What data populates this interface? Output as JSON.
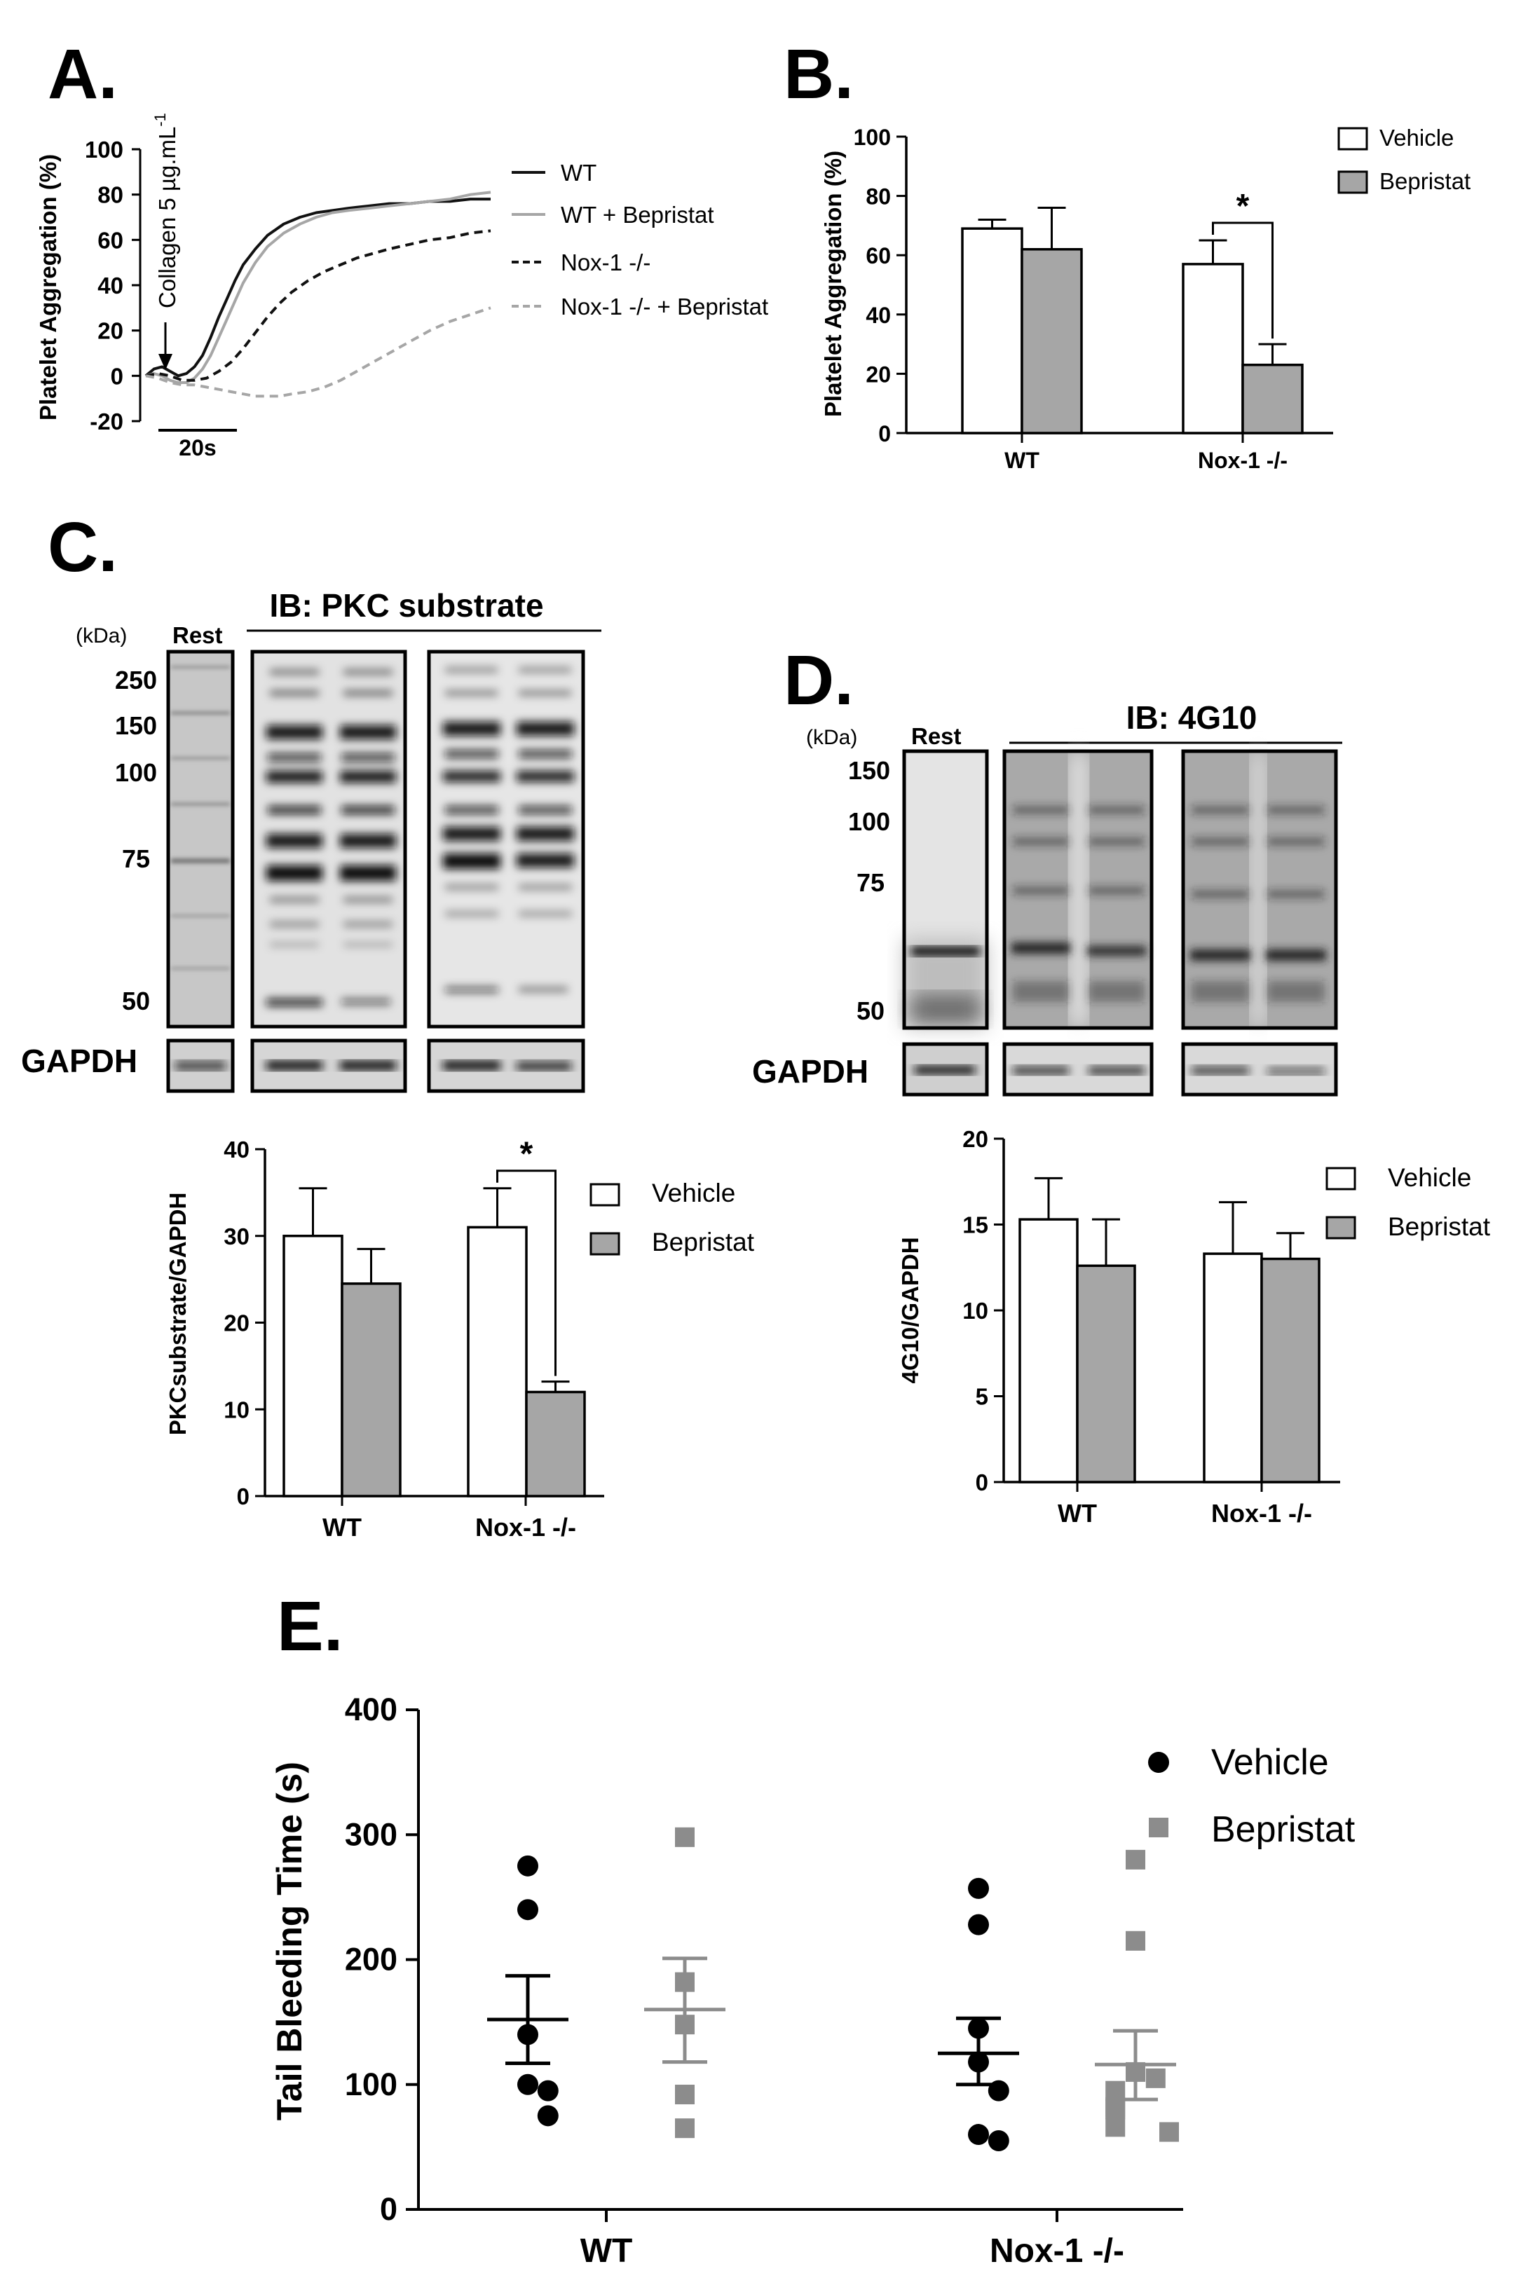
{
  "chart_data": [
    {
      "panel": "A.",
      "type": "line",
      "ylabel": "Platelet Aggregation (%)",
      "ylim": [
        -20,
        100
      ],
      "yticks": [
        -20,
        0,
        20,
        40,
        60,
        80,
        100
      ],
      "xlim": [
        0,
        85
      ],
      "scalebar_label": "20s",
      "scalebar_length": 20,
      "annotation": "Collagen 5 µg.mL",
      "annotation_sup": "-1",
      "series": [
        {
          "name": "WT",
          "color": "#111111",
          "dash": "solid",
          "x": [
            0,
            2,
            4,
            6,
            8,
            10,
            12,
            14,
            16,
            18,
            20,
            22,
            24,
            27,
            30,
            34,
            38,
            42,
            46,
            50,
            55,
            60,
            65,
            70,
            75,
            80,
            85
          ],
          "y": [
            0,
            3,
            4,
            2,
            0,
            1,
            4,
            9,
            17,
            26,
            34,
            42,
            49,
            56,
            62,
            67,
            70,
            72,
            73,
            74,
            75,
            76,
            76,
            77,
            77,
            78,
            78
          ]
        },
        {
          "name": "WT + Bepristat",
          "color": "#a6a6a6",
          "dash": "solid",
          "x": [
            0,
            2,
            4,
            6,
            8,
            10,
            12,
            14,
            16,
            18,
            20,
            22,
            24,
            27,
            30,
            34,
            38,
            42,
            46,
            50,
            55,
            60,
            65,
            70,
            75,
            80,
            85
          ],
          "y": [
            0,
            1,
            0,
            -2,
            -3,
            -3,
            -1,
            3,
            9,
            17,
            25,
            33,
            41,
            50,
            57,
            63,
            67,
            70,
            72,
            73,
            74,
            75,
            76,
            77,
            78,
            80,
            81
          ]
        },
        {
          "name": "Nox-1  -/-",
          "color": "#111111",
          "dash": "dashed",
          "x": [
            0,
            3,
            6,
            9,
            12,
            15,
            18,
            21,
            24,
            27,
            30,
            33,
            36,
            40,
            44,
            48,
            52,
            56,
            60,
            65,
            70,
            75,
            80,
            85
          ],
          "y": [
            0,
            1,
            0,
            -2,
            -2,
            -1,
            2,
            6,
            12,
            19,
            26,
            32,
            37,
            42,
            46,
            49,
            52,
            54,
            56,
            58,
            60,
            61,
            63,
            64
          ]
        },
        {
          "name": "Nox-1  -/- + Bepristat",
          "color": "#a6a6a6",
          "dash": "dashed",
          "x": [
            0,
            3,
            6,
            9,
            12,
            15,
            18,
            21,
            24,
            27,
            30,
            33,
            36,
            40,
            44,
            48,
            52,
            56,
            60,
            65,
            70,
            75,
            80,
            85
          ],
          "y": [
            0,
            -1,
            -3,
            -4,
            -4,
            -5,
            -6,
            -7,
            -8,
            -9,
            -9,
            -9,
            -8,
            -7,
            -5,
            -2,
            2,
            6,
            10,
            15,
            20,
            24,
            27,
            30
          ]
        }
      ]
    },
    {
      "panel": "B.",
      "type": "bar",
      "ylabel": "Platelet Aggregation (%)",
      "categories": [
        "WT",
        "Nox-1 -/-"
      ],
      "ylim": [
        0,
        100
      ],
      "yticks": [
        0,
        20,
        40,
        60,
        80,
        100
      ],
      "series": [
        {
          "name": "Vehicle",
          "color": "#ffffff",
          "values": [
            69,
            57
          ],
          "errors": [
            3,
            8
          ]
        },
        {
          "name": "Bepristat",
          "color": "#a6a6a6",
          "values": [
            62,
            23
          ],
          "errors": [
            14,
            7
          ]
        }
      ],
      "significance": "*"
    },
    {
      "panel": "C.",
      "type": "bar",
      "ylabel": "PKCsubstrate/GAPDH",
      "categories": [
        "WT",
        "Nox-1 -/-"
      ],
      "ylim": [
        0,
        40
      ],
      "yticks": [
        0,
        10,
        20,
        30,
        40
      ],
      "series": [
        {
          "name": "Vehicle",
          "color": "#ffffff",
          "values": [
            30,
            31
          ],
          "errors": [
            5.5,
            4.5
          ]
        },
        {
          "name": "Bepristat",
          "color": "#a6a6a6",
          "values": [
            24.5,
            12
          ],
          "errors": [
            4,
            1.2
          ]
        }
      ],
      "significance": "*"
    },
    {
      "panel": "D.",
      "type": "bar",
      "ylabel": "4G10/GAPDH",
      "categories": [
        "WT",
        "Nox-1 -/-"
      ],
      "ylim": [
        0,
        20
      ],
      "yticks": [
        0,
        5,
        10,
        15,
        20
      ],
      "series": [
        {
          "name": "Vehicle",
          "color": "#ffffff",
          "values": [
            15.3,
            13.3
          ],
          "errors": [
            2.4,
            3
          ]
        },
        {
          "name": "Bepristat",
          "color": "#a6a6a6",
          "values": [
            12.6,
            13
          ],
          "errors": [
            2.7,
            1.5
          ]
        }
      ]
    },
    {
      "panel": "E.",
      "type": "scatter",
      "ylabel": "Tail Bleeding Time (s)",
      "categories": [
        "WT",
        "Nox-1 -/-"
      ],
      "ylim": [
        0,
        400
      ],
      "yticks": [
        0,
        100,
        200,
        300,
        400
      ],
      "series": [
        {
          "name": "Vehicle",
          "color": "#000000",
          "marker": "circle",
          "groups": [
            {
              "category": "WT",
              "values": [
                275,
                240,
                140,
                100,
                95,
                75
              ],
              "mean": 152,
              "sem_low": 117,
              "sem_high": 187
            },
            {
              "category": "Nox-1 -/-",
              "values": [
                257,
                228,
                145,
                118,
                95,
                60,
                55
              ],
              "mean": 125,
              "sem_low": 100,
              "sem_high": 153
            }
          ]
        },
        {
          "name": "Bepristat",
          "color": "#8c8c8c",
          "marker": "square",
          "groups": [
            {
              "category": "WT",
              "values": [
                298,
                182,
                148,
                92,
                65
              ],
              "mean": 160,
              "sem_low": 118,
              "sem_high": 201
            },
            {
              "category": "Nox-1 -/-",
              "values": [
                280,
                215,
                110,
                105,
                95,
                82,
                80,
                66,
                62
              ],
              "mean": 116,
              "sem_low": 88,
              "sem_high": 143
            }
          ]
        }
      ]
    }
  ],
  "blots": {
    "C": {
      "title": "IB: PKC substrate",
      "unit": "(kDa)",
      "rest_label": "Rest",
      "markers": [
        "250",
        "150",
        "100",
        "75",
        "50"
      ],
      "loading": "GAPDH"
    },
    "D": {
      "title": "IB: 4G10",
      "unit": "(kDa)",
      "rest_label": "Rest",
      "markers": [
        "150",
        "100",
        "75",
        "50"
      ],
      "loading": "GAPDH"
    }
  }
}
